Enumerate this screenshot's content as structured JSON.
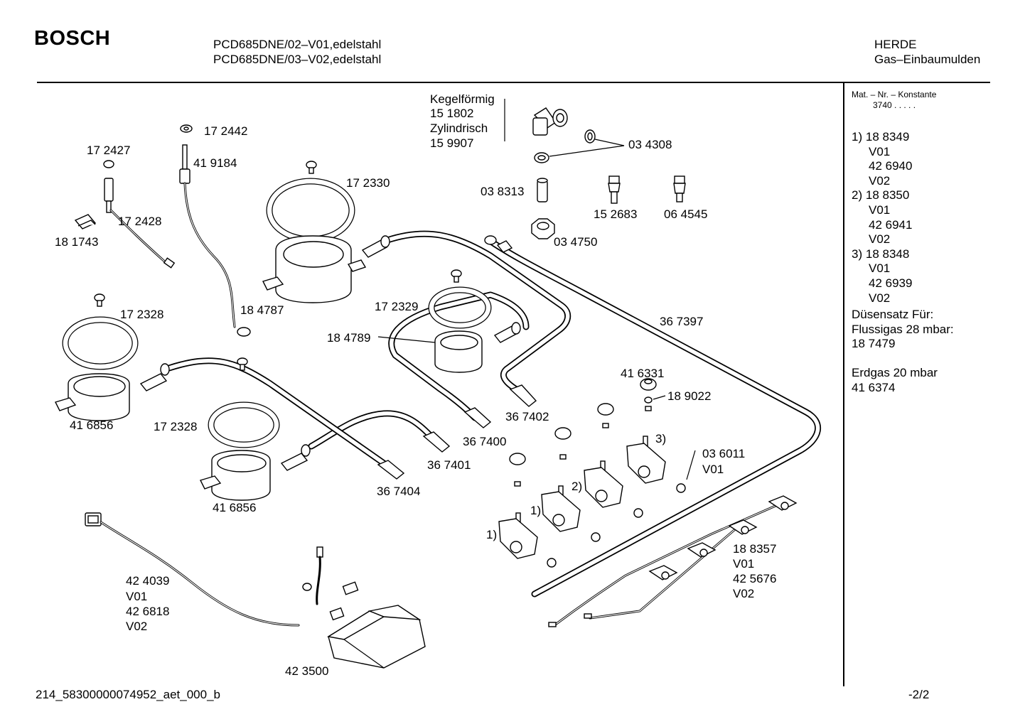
{
  "header": {
    "brand": "BOSCH",
    "model_lines": [
      "PCD685DNE/02–V01,edelstahl",
      "PCD685DNE/03–V02,edelstahl"
    ],
    "category_lines": [
      "HERDE",
      "Gas–Einbaumulden"
    ]
  },
  "sidebar": {
    "mat_label": "Mat. – Nr. – Konstante",
    "mat_value": "3740  .   .   .   .   .",
    "variants": [
      {
        "marker": "1)",
        "part": "18 8349",
        "v01": "V01",
        "part2": "42 6940",
        "v02": "V02"
      },
      {
        "marker": "2)",
        "part": "18 8350",
        "v01": "V01",
        "part2": "42 6941",
        "v02": "V02"
      },
      {
        "marker": "3)",
        "part": "18 8348",
        "v01": "V01",
        "part2": "42 6939",
        "v02": "V02"
      }
    ],
    "nozzle_title": "Düsensatz Für:",
    "lpg_label": "Flussigas 28 mbar:",
    "lpg_part": "18 7479",
    "ng_label": "Erdgas 20 mbar",
    "ng_part": "41 6374"
  },
  "diagram_labels": {
    "kegel_title": "Kegelförmig",
    "kegel_part": "15 1802",
    "zyl_title": "Zylindrisch",
    "zyl_part": "15 9907",
    "p034308": "03 4308",
    "p038313": "03 8313",
    "p152683": "15 2683",
    "p064545": "06 4545",
    "p034750": "03 4750",
    "p172442": "17 2442",
    "p419184": "41 9184",
    "p172427": "17 2427",
    "p172428": "17 2428",
    "p181743": "18 1743",
    "p172330": "17 2330",
    "p184787": "18 4787",
    "p172328a": "17 2328",
    "p416856a": "41 6856",
    "p172329": "17 2329",
    "p184789": "18 4789",
    "p367397": "36 7397",
    "p416331": "41 6331",
    "p189022": "18 9022",
    "p367402": "36 7402",
    "p367400": "36 7400",
    "p367401": "36 7401",
    "p367404": "36 7404",
    "p172328b": "17 2328",
    "p416856b": "41 6856",
    "p036011": "03 6011",
    "p036011_v": "V01",
    "mark3": "3)",
    "mark2": "2)",
    "mark1a": "1)",
    "mark1b": "1)",
    "p424039": "42 4039",
    "p424039_v01": "V01",
    "p426818": "42 6818",
    "p426818_v02": "V02",
    "p423500": "42 3500",
    "p188357": "18 8357",
    "p188357_v01": "V01",
    "p425676": "42 5676",
    "p425676_v02": "V02"
  },
  "footer": {
    "doc_id": "214_58300000074952_aet_000_b",
    "page": "-2/2"
  }
}
